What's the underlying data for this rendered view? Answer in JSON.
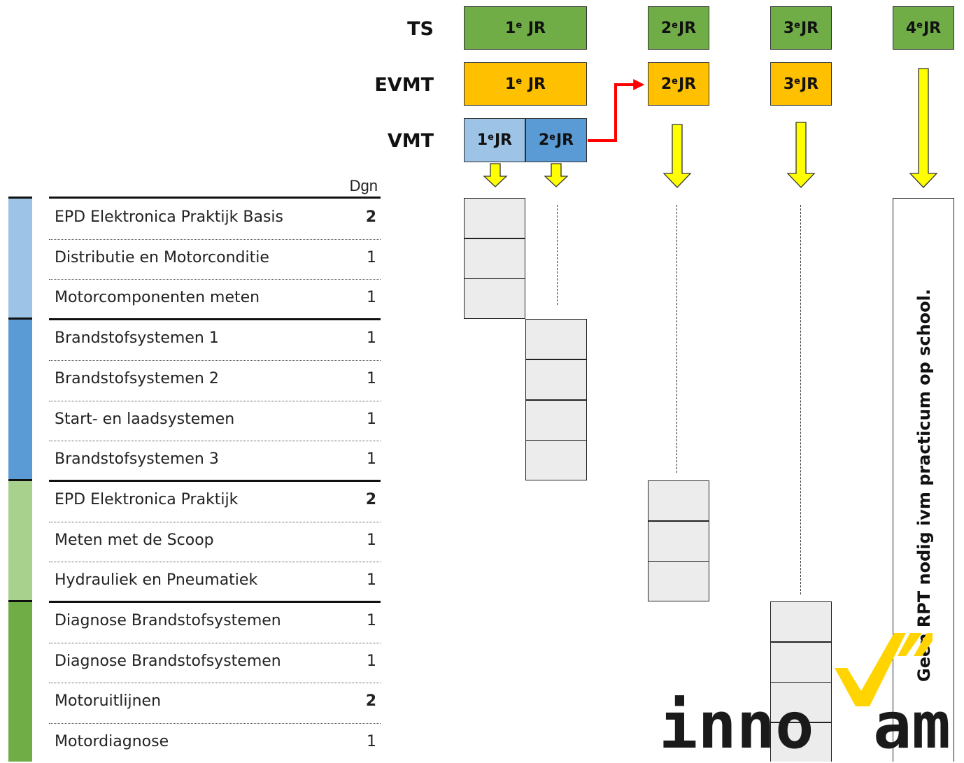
{
  "header": {
    "ts_label": "TS",
    "evmt_label": "EVMT",
    "vmt_label": "VMT"
  },
  "years": {
    "ts": [
      {
        "num": "1",
        "sup": "e",
        "rest": "JR"
      },
      {
        "num": "2",
        "sup": "e",
        "rest": "JR"
      },
      {
        "num": "3",
        "sup": "e",
        "rest": "JR"
      },
      {
        "num": "4",
        "sup": "e",
        "rest": "JR"
      }
    ],
    "evmt": [
      {
        "num": "1",
        "sup": "e",
        "rest": "JR"
      },
      {
        "num": "2",
        "sup": "e",
        "rest": "JR"
      },
      {
        "num": "3",
        "sup": "e",
        "rest": "JR"
      }
    ],
    "vmt": [
      {
        "num": "1",
        "sup": "e",
        "rest": "JR"
      },
      {
        "num": "2",
        "sup": "e",
        "rest": "JR"
      }
    ]
  },
  "course_table": {
    "days_header": "Dgn",
    "courses": [
      {
        "name": "EPD Elektronica Praktijk Basis",
        "days": "2"
      },
      {
        "name": "Distributie en Motorconditie",
        "days": "1"
      },
      {
        "name": "Motorcomponenten meten",
        "days": "1"
      },
      {
        "name": "Brandstofsystemen 1",
        "days": "1"
      },
      {
        "name": "Brandstofsystemen 2",
        "days": "1"
      },
      {
        "name": "Start- en laadsystemen",
        "days": "1"
      },
      {
        "name": "Brandstofsystemen 3",
        "days": "1"
      },
      {
        "name": "EPD Elektronica Praktijk",
        "days": "2"
      },
      {
        "name": "Meten met de Scoop",
        "days": "1"
      },
      {
        "name": "Hydrauliek en Pneumatiek",
        "days": "1"
      },
      {
        "name": "Diagnose Brandstofsystemen",
        "days": "1"
      },
      {
        "name": "Diagnose Brandstofsystemen",
        "days": "1"
      },
      {
        "name": "Motoruitlijnen",
        "days": "2"
      },
      {
        "name": "Motordiagnose",
        "days": "1"
      }
    ]
  },
  "rpt_note": "Geen RPT nodig ivm practicum op school.",
  "logo": {
    "text_left": "inno",
    "text_right": "am"
  },
  "colors": {
    "ts_green": "#70ad47",
    "evmt_orange": "#ffc000",
    "vmt_light_blue": "#9dc3e6",
    "vmt_blue": "#5b9bd5",
    "group1": "#9dc3e6",
    "group2": "#5b9bd5",
    "group3": "#a9d18e",
    "group4": "#70ad47",
    "arrow_yellow": "#ffff00",
    "connector_red": "#ff0000",
    "slot_grey": "#ececec"
  }
}
